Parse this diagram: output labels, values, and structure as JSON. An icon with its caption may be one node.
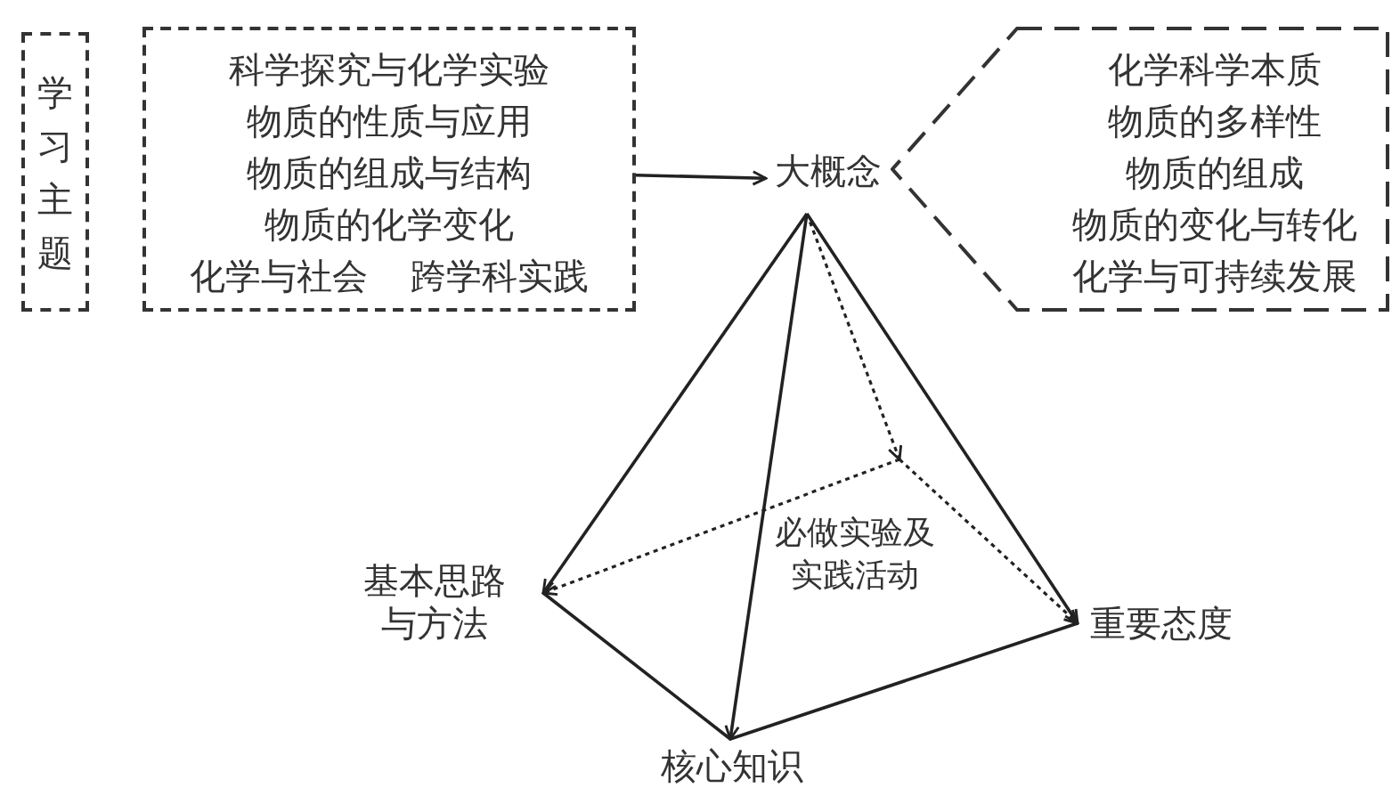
{
  "diagram": {
    "nodes": [
      {
        "text": [
          "学习主题"
        ]
      },
      {
        "text": [
          "科学探究与化学实验",
          "物质的性质与应用",
          "物质的组成与结构",
          "物质的化学变化",
          "化学与社会",
          "跨学科实践"
        ]
      },
      {
        "text": [
          "大概念"
        ]
      },
      {
        "text": [
          "化学科学本质",
          "物质的多样性",
          "物质的组成",
          "物质的变化与转化",
          "化学与可持续发展"
        ]
      },
      {
        "text": [
          "必做实验及实践活动"
        ]
      },
      {
        "text": [
          "基本思路与方法"
        ]
      },
      {
        "text": [
          "重要态度"
        ]
      },
      {
        "text": [
          "核心知识"
        ]
      }
    ],
    "edges": [
      {
        "from": 1,
        "to": 2,
        "arrow": "to"
      },
      {
        "from": 2,
        "to": 4,
        "arrow": "to",
        "style": "dashed"
      },
      {
        "from": 2,
        "to": 5,
        "arrow": "to"
      },
      {
        "from": 2,
        "to": 7,
        "arrow": "to"
      },
      {
        "from": 2,
        "to": 6,
        "arrow": "to"
      },
      {
        "from": 4,
        "to": 5,
        "arrow": "to",
        "style": "dashed"
      },
      {
        "from": 4,
        "to": 6,
        "arrow": "to",
        "style": "dashed"
      },
      {
        "from": 5,
        "to": 7,
        "arrow": "none"
      },
      {
        "from": 7,
        "to": 6,
        "arrow": "none"
      }
    ]
  }
}
